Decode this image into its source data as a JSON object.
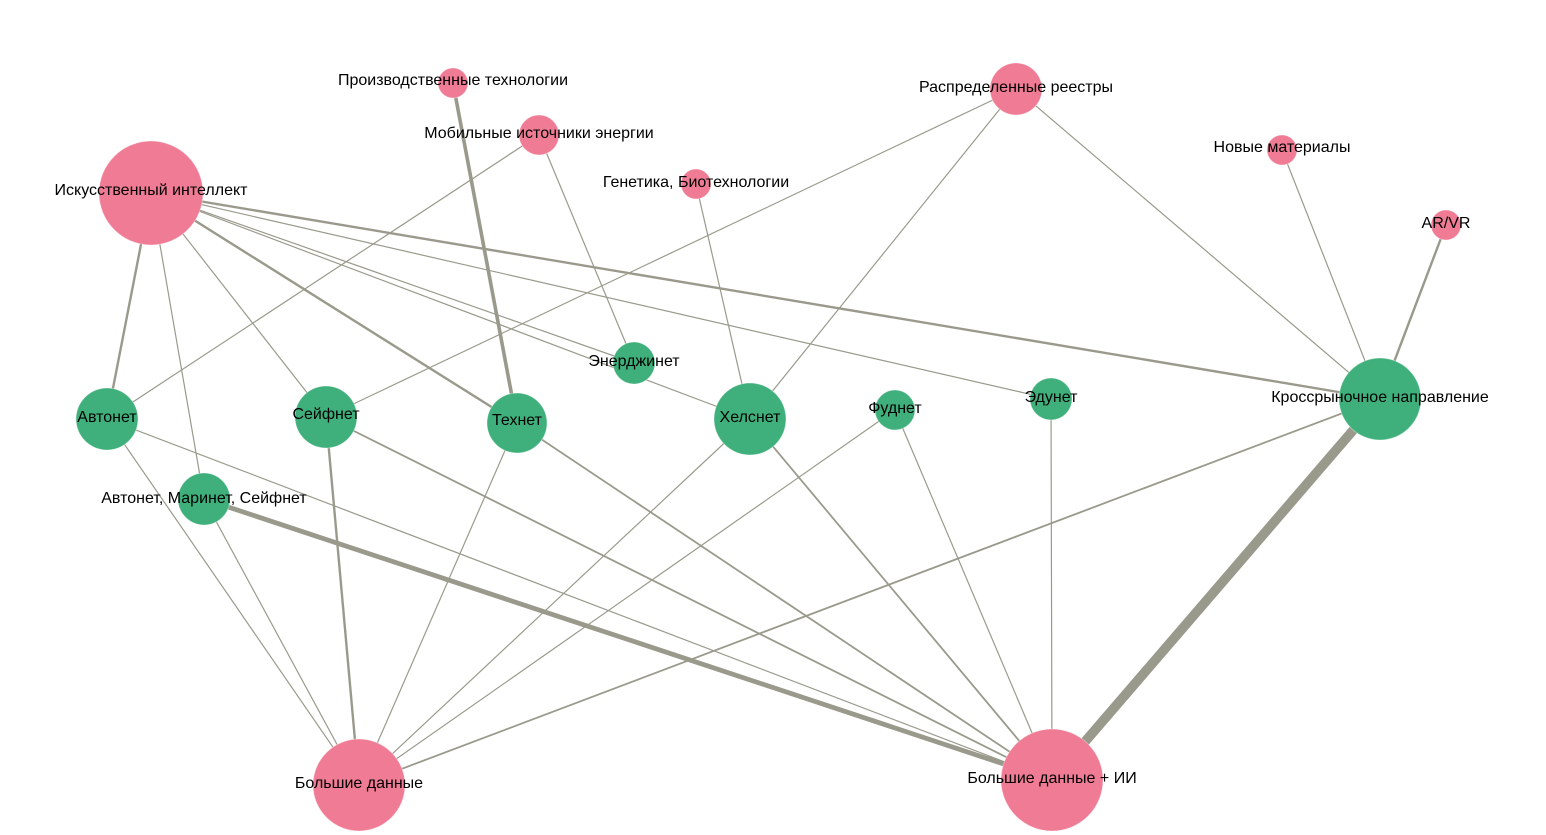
{
  "colors": {
    "tech": "#ef7b94",
    "market": "#3fb07b",
    "edge": "#9a9a8c"
  },
  "nodes": [
    {
      "id": "ai",
      "label": "Искусственный интеллект",
      "group": "tech"
    },
    {
      "id": "prod",
      "label": "Производственные технологии",
      "group": "tech"
    },
    {
      "id": "mob",
      "label": "Мобильные источники энергии",
      "group": "tech"
    },
    {
      "id": "gen",
      "label": "Генетика, Биотехнологии",
      "group": "tech"
    },
    {
      "id": "dist",
      "label": "Распределенные реестры",
      "group": "tech"
    },
    {
      "id": "newmat",
      "label": "Новые материалы",
      "group": "tech"
    },
    {
      "id": "arvr",
      "label": "AR/VR",
      "group": "tech"
    },
    {
      "id": "bigdata",
      "label": "Большие данные",
      "group": "tech"
    },
    {
      "id": "bdai",
      "label": "Большие данные + ИИ",
      "group": "tech"
    },
    {
      "id": "autonet",
      "label": "Автонет",
      "group": "market"
    },
    {
      "id": "safenet",
      "label": "Сейфнет",
      "group": "market"
    },
    {
      "id": "technet",
      "label": "Технет",
      "group": "market"
    },
    {
      "id": "energynet",
      "label": "Энерджинет",
      "group": "market"
    },
    {
      "id": "healthnet",
      "label": "Хелснет",
      "group": "market"
    },
    {
      "id": "foodnet",
      "label": "Фуднет",
      "group": "market"
    },
    {
      "id": "edunet",
      "label": "Эдунет",
      "group": "market"
    },
    {
      "id": "cross",
      "label": "Кроссрыночное направление",
      "group": "market"
    },
    {
      "id": "amsnet",
      "label": "Автонет, Маринет, Сейфнет",
      "group": "market"
    }
  ],
  "edges": [
    {
      "source": "ai",
      "target": "autonet",
      "weight": 2
    },
    {
      "source": "ai",
      "target": "amsnet",
      "weight": 1
    },
    {
      "source": "ai",
      "target": "safenet",
      "weight": 1
    },
    {
      "source": "ai",
      "target": "technet",
      "weight": 2
    },
    {
      "source": "ai",
      "target": "energynet",
      "weight": 1
    },
    {
      "source": "ai",
      "target": "healthnet",
      "weight": 1
    },
    {
      "source": "ai",
      "target": "edunet",
      "weight": 1
    },
    {
      "source": "ai",
      "target": "cross",
      "weight": 2
    },
    {
      "source": "prod",
      "target": "technet",
      "weight": 3
    },
    {
      "source": "mob",
      "target": "autonet",
      "weight": 1
    },
    {
      "source": "mob",
      "target": "energynet",
      "weight": 1
    },
    {
      "source": "gen",
      "target": "healthnet",
      "weight": 1
    },
    {
      "source": "dist",
      "target": "safenet",
      "weight": 1
    },
    {
      "source": "dist",
      "target": "healthnet",
      "weight": 1
    },
    {
      "source": "dist",
      "target": "cross",
      "weight": 1
    },
    {
      "source": "newmat",
      "target": "cross",
      "weight": 1
    },
    {
      "source": "arvr",
      "target": "cross",
      "weight": 2
    },
    {
      "source": "autonet",
      "target": "bigdata",
      "weight": 1
    },
    {
      "source": "autonet",
      "target": "bdai",
      "weight": 1
    },
    {
      "source": "amsnet",
      "target": "bigdata",
      "weight": 1
    },
    {
      "source": "amsnet",
      "target": "bdai",
      "weight": 4
    },
    {
      "source": "safenet",
      "target": "bigdata",
      "weight": 2
    },
    {
      "source": "safenet",
      "target": "bdai",
      "weight": 1.5
    },
    {
      "source": "technet",
      "target": "bigdata",
      "weight": 1
    },
    {
      "source": "technet",
      "target": "bdai",
      "weight": 1.5
    },
    {
      "source": "healthnet",
      "target": "bigdata",
      "weight": 1
    },
    {
      "source": "healthnet",
      "target": "bdai",
      "weight": 1.5
    },
    {
      "source": "foodnet",
      "target": "bigdata",
      "weight": 1
    },
    {
      "source": "foodnet",
      "target": "bdai",
      "weight": 1
    },
    {
      "source": "edunet",
      "target": "bdai",
      "weight": 1
    },
    {
      "source": "cross",
      "target": "bigdata",
      "weight": 1.5
    },
    {
      "source": "cross",
      "target": "bdai",
      "weight": 8
    }
  ]
}
